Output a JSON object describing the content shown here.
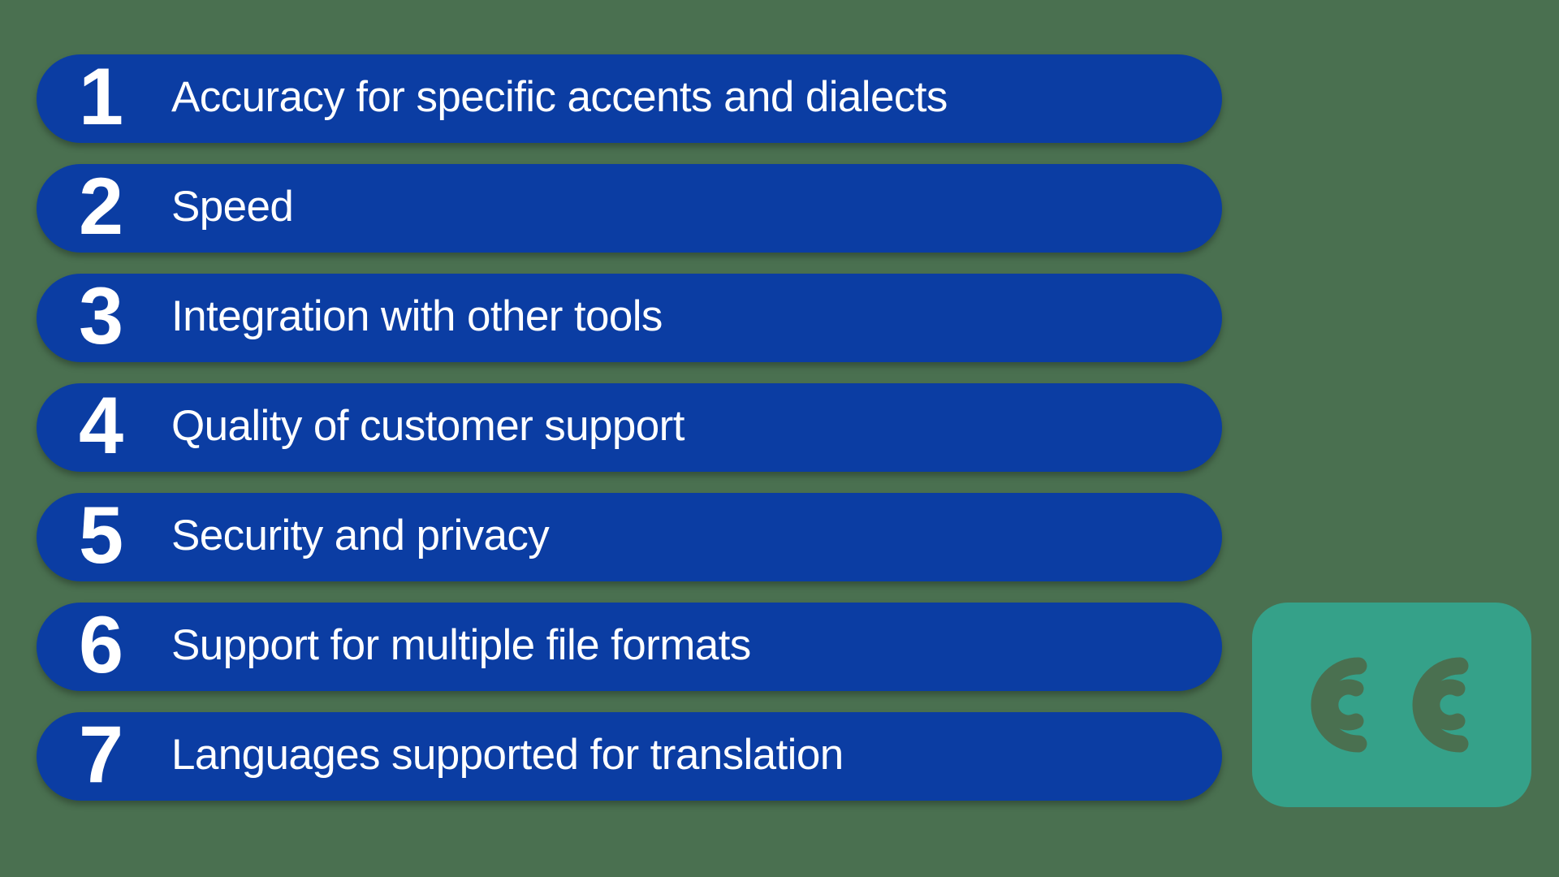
{
  "background_color": "#4a7050",
  "theme": {
    "pill_color": "#0b3da3",
    "pill_text_color": "#ffffff",
    "logo_color": "#35a189"
  },
  "list": {
    "name": "numbered-criteria-list",
    "items": [
      {
        "rank": "1",
        "label": "Accuracy for specific accents and dialects"
      },
      {
        "rank": "2",
        "label": "Speed"
      },
      {
        "rank": "3",
        "label": "Integration with other tools"
      },
      {
        "rank": "4",
        "label": "Quality of customer support"
      },
      {
        "rank": "5",
        "label": "Security and privacy"
      },
      {
        "rank": "6",
        "label": "Support for multiple file formats"
      },
      {
        "rank": "7",
        "label": "Languages supported for translation"
      }
    ]
  },
  "logo": {
    "name": "cc-logo",
    "alt_text": "CC",
    "letters": "CC",
    "background_color": "#35a189"
  }
}
